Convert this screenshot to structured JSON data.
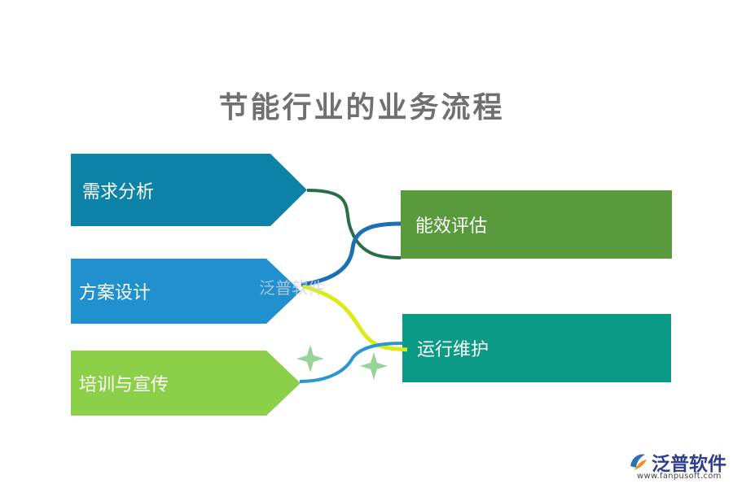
{
  "title": "节能行业的业务流程",
  "nodes": {
    "n1": {
      "label": "需求分析",
      "color": "#0d82a8"
    },
    "n2": {
      "label": "方案设计",
      "color": "#2190cf"
    },
    "n3": {
      "label": "培训与宣传",
      "color": "#8ccf48"
    },
    "r1": {
      "label": "能效评估",
      "color": "#589a3c"
    },
    "r2": {
      "label": "运行维护",
      "color": "#0a9a86"
    }
  },
  "connectors": {
    "c1": "#2a6e48",
    "c2": "#1b6fb5",
    "c3": "#d9ec1a",
    "c4": "#2b96cf"
  },
  "sparkle_color": "#98d49a",
  "watermark": "泛普软件",
  "brand": {
    "name": "泛普软件",
    "url": "www.fanpusoft.com"
  }
}
